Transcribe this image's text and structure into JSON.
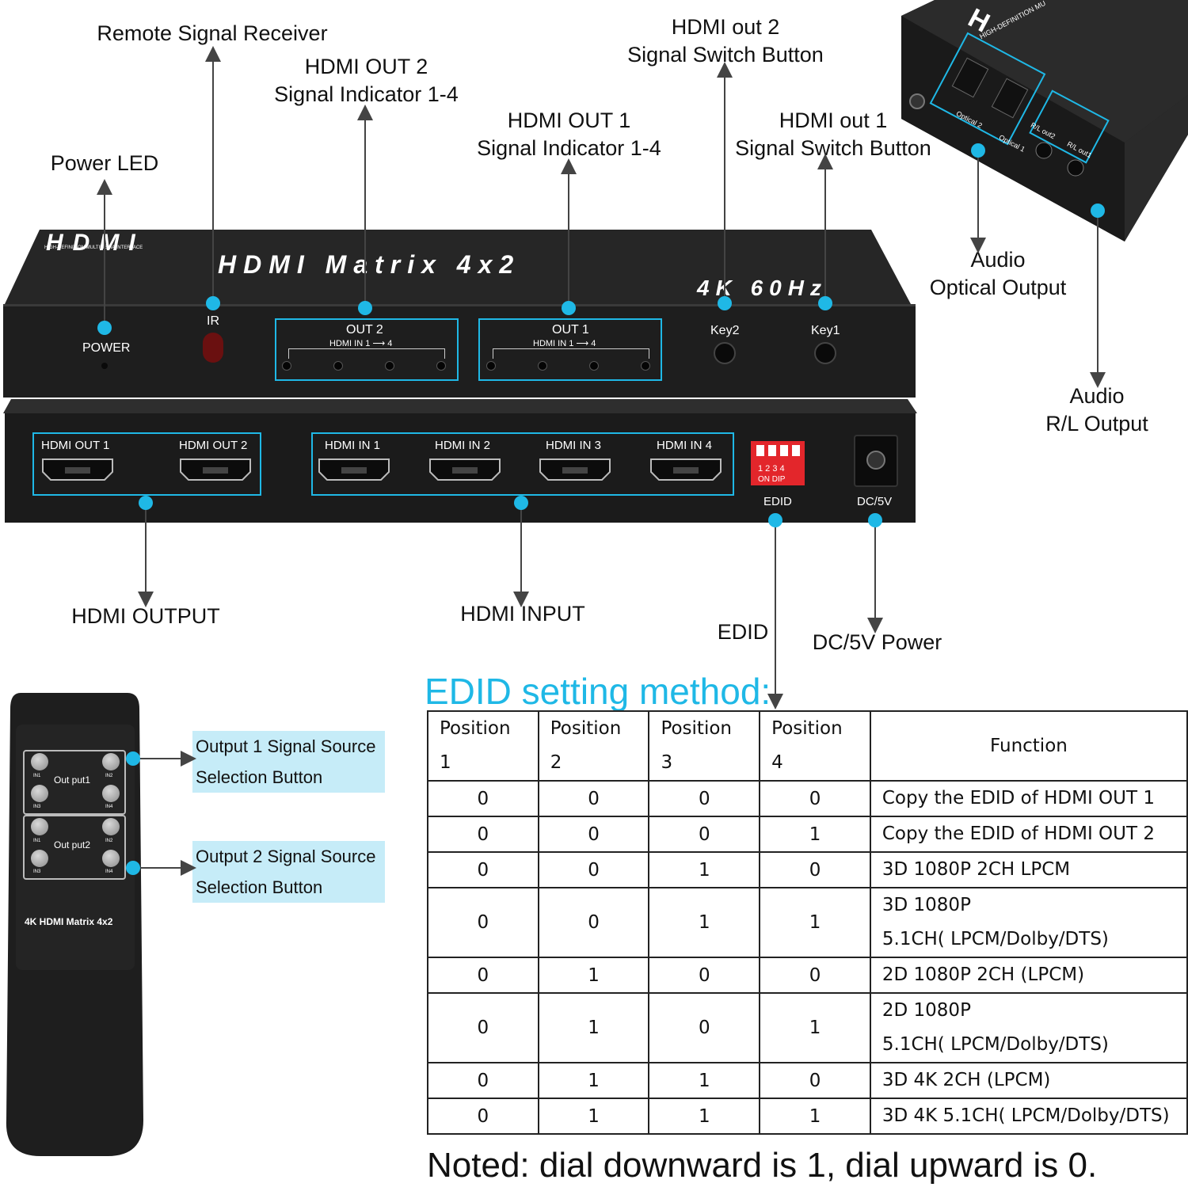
{
  "labels": {
    "remote_signal_receiver": "Remote Signal Receiver",
    "hdmi_out2_indicator": [
      "HDMI OUT 2",
      "Signal Indicator 1-4"
    ],
    "hdmi_out2_switch": [
      "HDMI out 2",
      "Signal Switch Button"
    ],
    "hdmi_out1_indicator": [
      "HDMI OUT 1",
      "Signal Indicator 1-4"
    ],
    "hdmi_out1_switch": [
      "HDMI out 1",
      "Signal Switch Button"
    ],
    "power_led": "Power LED",
    "audio_optical": [
      "Audio",
      "Optical Output"
    ],
    "audio_rl": [
      "Audio",
      "R/L Output"
    ],
    "hdmi_output": "HDMI OUTPUT",
    "hdmi_input": "HDMI INPUT",
    "edid": "EDID",
    "dc_power": "DC/5V Power"
  },
  "device_front": {
    "brand": "HDMI",
    "brand_sub": "HIGH-DEFINITION MULTIMEDIA INTERFACE",
    "model": "HDMI Matrix 4x2",
    "spec": "4K 60Hz",
    "power": "POWER",
    "ir": "IR",
    "out2": "OUT 2",
    "out2_sub": "HDMI IN 1 ⟶ 4",
    "out1": "OUT 1",
    "out1_sub": "HDMI IN 1 ⟶ 4",
    "key2": "Key2",
    "key1": "Key1"
  },
  "device_back": {
    "ports": [
      "HDMI OUT 1",
      "HDMI OUT 2",
      "HDMI IN 1",
      "HDMI IN 2",
      "HDMI IN 3",
      "HDMI IN 4"
    ],
    "dip_numbers": "1 2 3 4",
    "dip_caption": "ON  DIP",
    "edid": "EDID",
    "dc": "DC/5V"
  },
  "side_device": {
    "brand": "HDMI",
    "brand_sub": "HIGH-DEFINITION MU",
    "optical2": "Optical 2",
    "optical1": "Optical 1",
    "rl_out2": "R/L out2",
    "rl_out1": "R/L out1"
  },
  "remote": {
    "out_put1": "Out put1",
    "out_put2": "Out put2",
    "in1": "IN1",
    "in2": "IN2",
    "in3": "IN3",
    "in4": "IN4",
    "model": "4K HDMI Matrix 4x2",
    "callout1": [
      "Output  1 Signal Source",
      "Selection Button"
    ],
    "callout2": [
      "Output  2 Signal Source",
      "Selection Button"
    ]
  },
  "edid_table": {
    "title": "EDID setting method:",
    "headers": [
      [
        "Position",
        "1"
      ],
      [
        "Position",
        "2"
      ],
      [
        "Position",
        "3"
      ],
      [
        "Position",
        "4"
      ]
    ],
    "function_header": "Function",
    "rows": [
      {
        "p": [
          "0",
          "0",
          "0",
          "0"
        ],
        "f": [
          "Copy the EDID of HDMI OUT 1"
        ]
      },
      {
        "p": [
          "0",
          "0",
          "0",
          "1"
        ],
        "f": [
          "Copy the EDID of HDMI OUT 2"
        ]
      },
      {
        "p": [
          "0",
          "0",
          "1",
          "0"
        ],
        "f": [
          "3D 1080P 2CH LPCM"
        ]
      },
      {
        "p": [
          "0",
          "0",
          "1",
          "1"
        ],
        "f": [
          "3D 1080P",
          "5.1CH( LPCM/Dolby/DTS)"
        ]
      },
      {
        "p": [
          "0",
          "1",
          "0",
          "0"
        ],
        "f": [
          "2D 1080P 2CH (LPCM)"
        ]
      },
      {
        "p": [
          "0",
          "1",
          "0",
          "1"
        ],
        "f": [
          "2D 1080P",
          "5.1CH( LPCM/Dolby/DTS)"
        ]
      },
      {
        "p": [
          "0",
          "1",
          "1",
          "0"
        ],
        "f": [
          "3D 4K 2CH (LPCM)"
        ]
      },
      {
        "p": [
          "0",
          "1",
          "1",
          "1"
        ],
        "f": [
          "3D 4K 5.1CH( LPCM/Dolby/DTS)"
        ]
      }
    ]
  },
  "note": "Noted: dial downward is 1, dial upward is 0.",
  "colors": {
    "accent": "#1fb8e6",
    "device": "#1c1c1c",
    "callout_bg": "#c6ecf8"
  }
}
